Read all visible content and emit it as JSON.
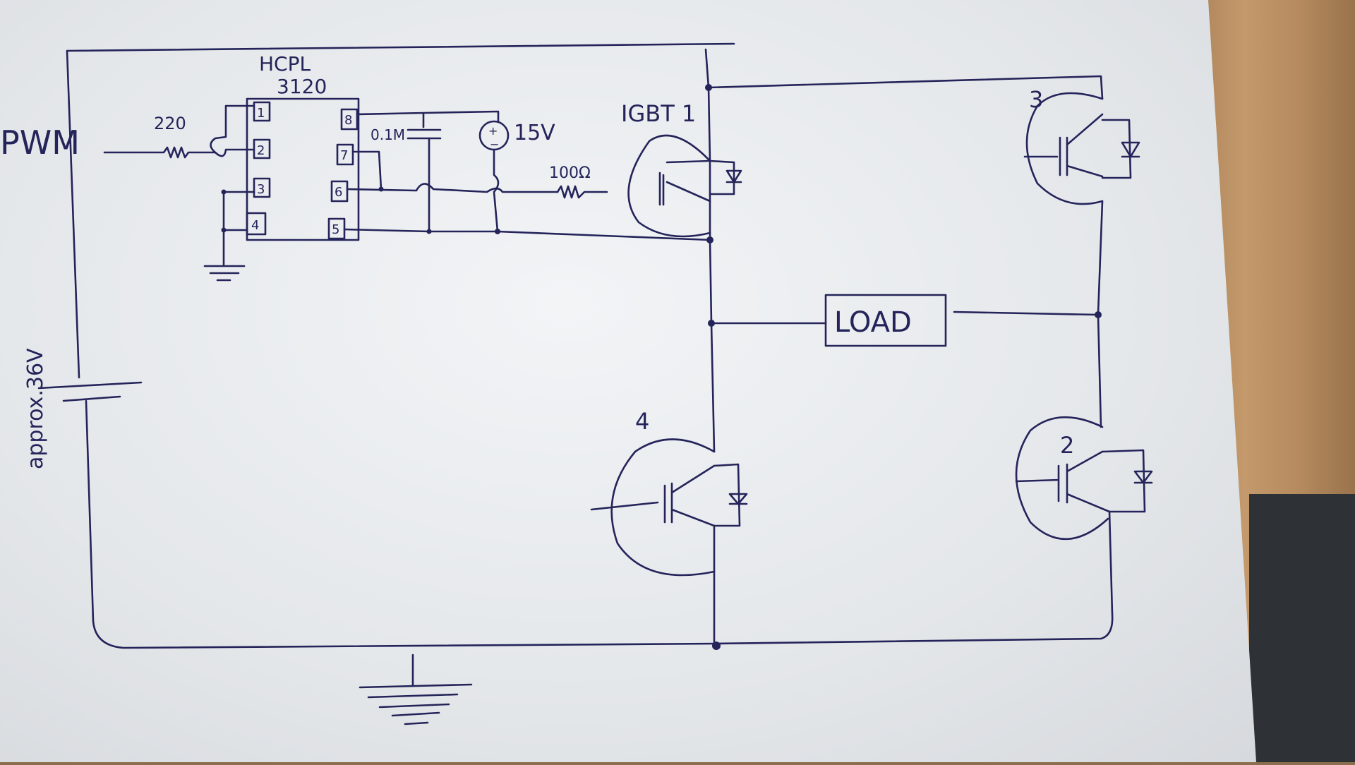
{
  "schematic": {
    "input_label": "PWM",
    "input_resistor": "220",
    "optocoupler_name": "HCPL",
    "optocoupler_part": "3120",
    "pins": [
      "1",
      "2",
      "3",
      "4",
      "5",
      "6",
      "7",
      "8"
    ],
    "capacitor_label": "0.1M",
    "supply_label": "15V",
    "gate_resistor": "100Ω",
    "battery_label": "approx.36V",
    "load_label": "LOAD",
    "igbt_1": "IGBT 1",
    "igbt_2": "2",
    "igbt_3": "3",
    "igbt_4": "4"
  }
}
